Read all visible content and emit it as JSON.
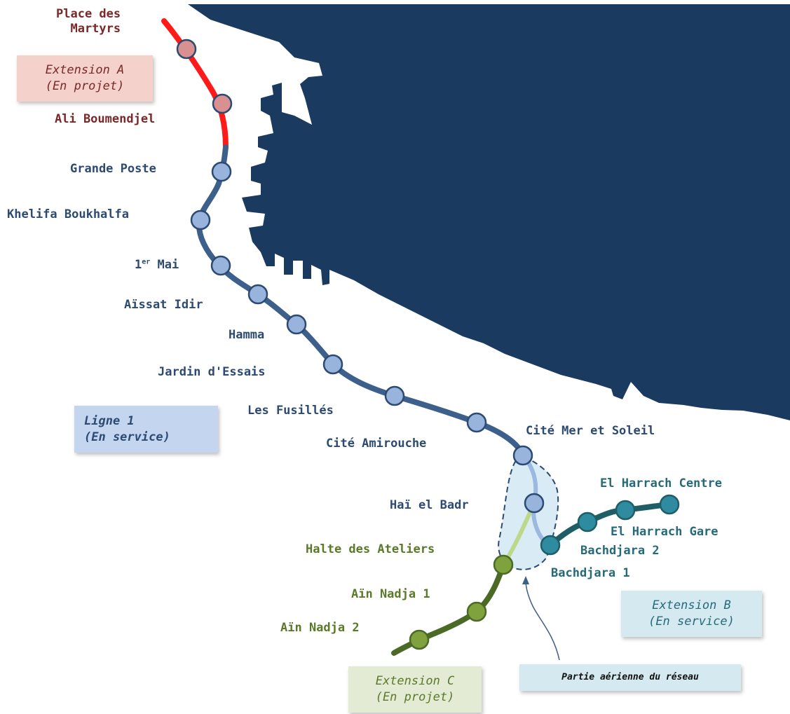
{
  "stations": {
    "place_des_martyrs_1": "Place des",
    "place_des_martyrs_2": "Martyrs",
    "ali_boumendjel": "Ali Boumendjel",
    "grande_poste": "Grande Poste",
    "khelifa_boukhalfa": "Khelifa Boukhalfa",
    "premier_mai_num": "1",
    "premier_mai_sup": "er",
    "premier_mai_word": "Mai",
    "aissat_idir": "Aïssat Idir",
    "hamma": "Hamma",
    "jardin_essais": "Jardin d'Essais",
    "les_fusilles": "Les Fusillés",
    "cite_amirouche": "Cité Amirouche",
    "cite_mer_soleil": "Cité Mer et Soleil",
    "hai_el_badr": "Haï el Badr",
    "halte_ateliers": "Halte des Ateliers",
    "ain_nadja_1": "Aïn Nadja 1",
    "ain_nadja_2": "Aïn Nadja 2",
    "el_harrach_centre": "El Harrach Centre",
    "el_harrach_gare": "El Harrach Gare",
    "bachdjara_2": "Bachdjara 2",
    "bachdjara_1": "Bachdjara 1"
  },
  "legend": {
    "ext_a_line1": "Extension A",
    "ext_a_line2": "(En projet)",
    "ligne1_line1": "Ligne 1",
    "ligne1_line2": "(En service)",
    "ext_b_line1": "Extension B",
    "ext_b_line2": "(En service)",
    "ext_c_line1": "Extension C",
    "ext_c_line2": "(En projet)",
    "aerial_note": "Partie aérienne du réseau"
  },
  "colors": {
    "sea": "#1b3a5f",
    "ext_a": "#ff1a1a",
    "ligne1": "#3d5f8c",
    "ext_b": "#1f5e66",
    "ext_c": "#4b6a26"
  }
}
